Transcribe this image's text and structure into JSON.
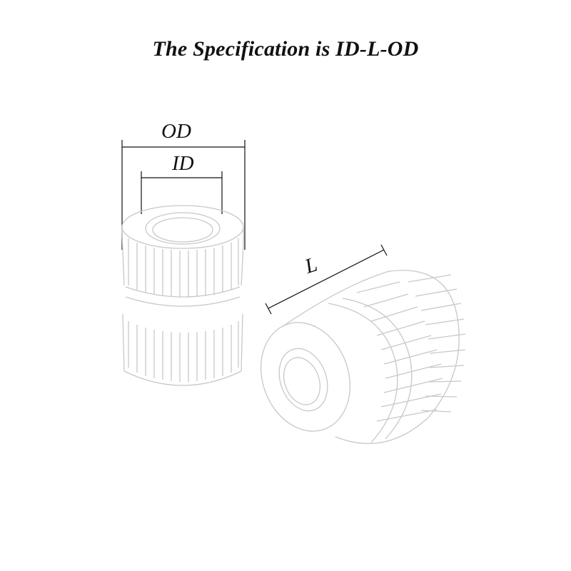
{
  "title": "The Specification is ID-L-OD",
  "labels": {
    "od": "OD",
    "id": "ID",
    "length": "L"
  },
  "colors": {
    "line": "#111111",
    "sketch": "#c8c8c8",
    "background": "#ffffff"
  }
}
